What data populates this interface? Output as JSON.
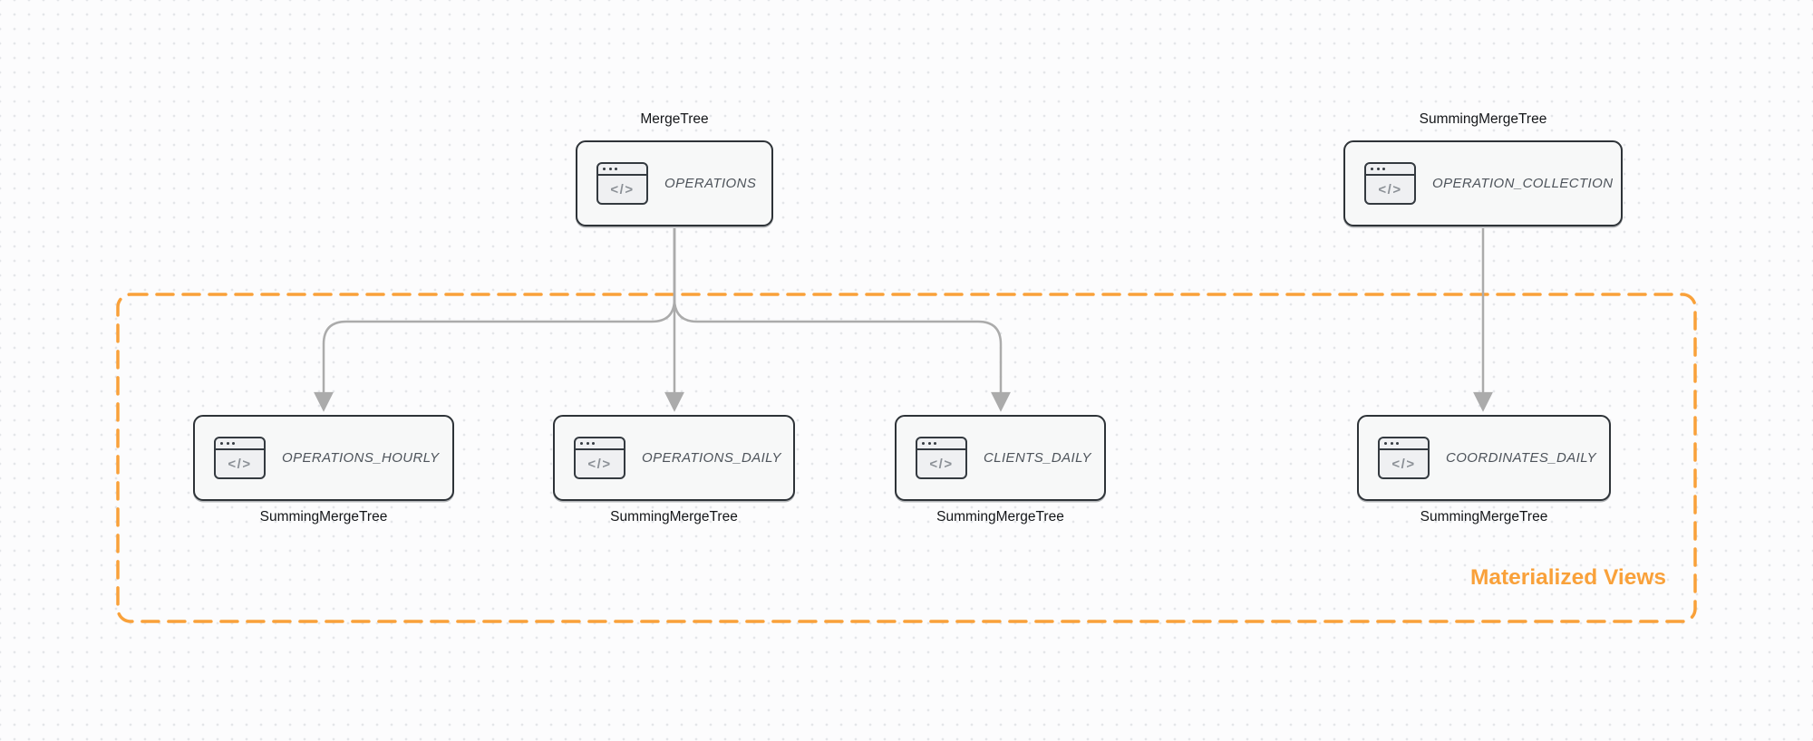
{
  "diagram": {
    "group": {
      "label": "Materialized Views"
    },
    "icon": {
      "name": "code-window-icon",
      "glyph": "</>"
    },
    "colors": {
      "group_accent_orange": "#f9a13a",
      "arrow_gray": "#ababab",
      "node_border": "#2e3338",
      "node_fill": "#f7f8f8",
      "node_text": "#4e545b",
      "engine_text": "#141619",
      "dot_grid": "#e4e6e9"
    },
    "top_nodes": [
      {
        "id": "operations",
        "engine": "MergeTree",
        "table": "OPERATIONS"
      },
      {
        "id": "operation_collection",
        "engine": "SummingMergeTree",
        "table": "OPERATION_COLLECTION"
      }
    ],
    "bottom_nodes": [
      {
        "id": "operations_hourly",
        "engine": "SummingMergeTree",
        "table": "OPERATIONS_HOURLY"
      },
      {
        "id": "operations_daily",
        "engine": "SummingMergeTree",
        "table": "OPERATIONS_DAILY"
      },
      {
        "id": "clients_daily",
        "engine": "SummingMergeTree",
        "table": "CLIENTS_DAILY"
      },
      {
        "id": "coordinates_daily",
        "engine": "SummingMergeTree",
        "table": "COORDINATES_DAILY"
      }
    ],
    "edges": [
      {
        "from": "operations",
        "to": "operations_hourly"
      },
      {
        "from": "operations",
        "to": "operations_daily"
      },
      {
        "from": "operations",
        "to": "clients_daily"
      },
      {
        "from": "operation_collection",
        "to": "coordinates_daily"
      }
    ]
  }
}
